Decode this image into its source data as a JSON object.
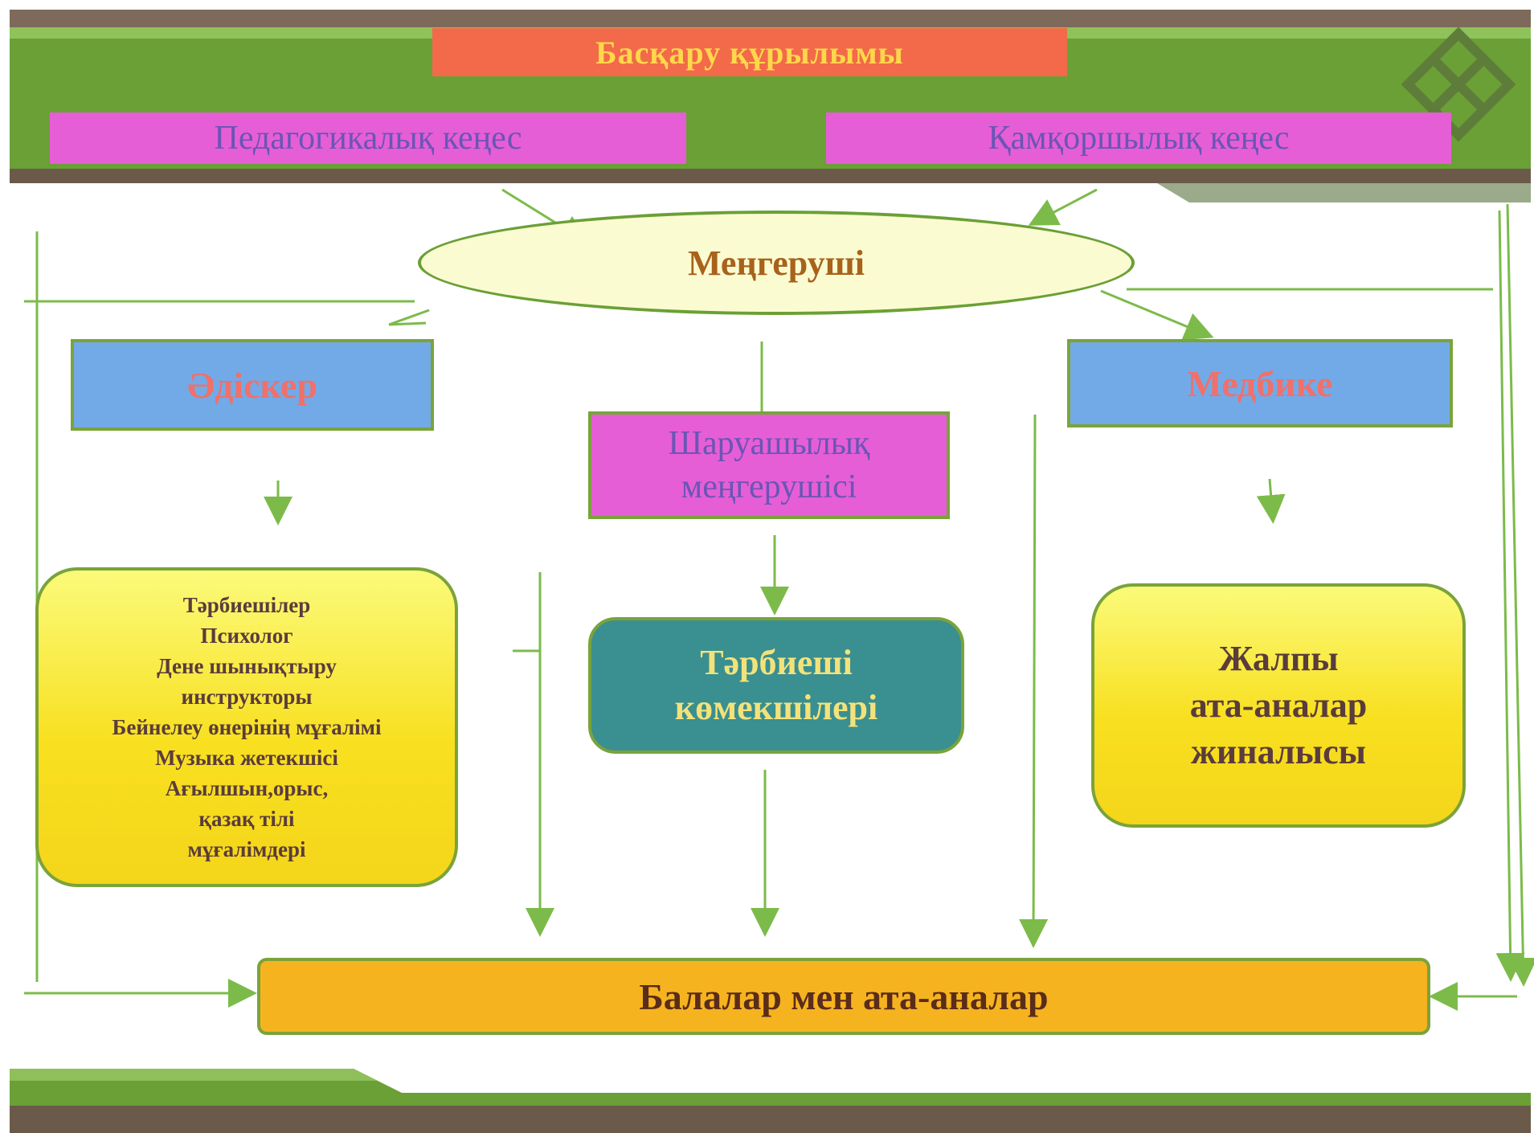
{
  "title": "Басқару құрылымы",
  "councils": {
    "pedagogical": "Педагогикалық кеңес",
    "board": "Қамқоршылық кеңес"
  },
  "head": "Меңгеруші",
  "roles": {
    "methodist": "Әдіскер",
    "nurse": "Медбике"
  },
  "economic_manager": [
    "Шаруашылық",
    "меңгерушісі"
  ],
  "staff": [
    "Тәрбиешілер",
    "Психолог",
    "Дене шынықтыру",
    "инструкторы",
    "Бейнелеу өнерінің мұғалімі",
    "Музыка жетекшісі",
    "Ағылшын,орыс,",
    "қазақ тілі",
    "мұғалімдері"
  ],
  "assistants": [
    "Тәрбиеші",
    "көмекшілері"
  ],
  "parents_meeting": [
    "Жалпы",
    "ата-аналар",
    "жиналысы"
  ],
  "children_parents": "Балалар мен ата-аналар",
  "colors": {
    "header_green": "#6aa035",
    "title_box": "#f26a4a",
    "council_box": "#e65ed6",
    "role_box": "#72aae8",
    "yellow_box": "#f8e020",
    "teal_box": "#3a8f90",
    "orange_box": "#f6b320",
    "connector": "#7cbb4a"
  }
}
